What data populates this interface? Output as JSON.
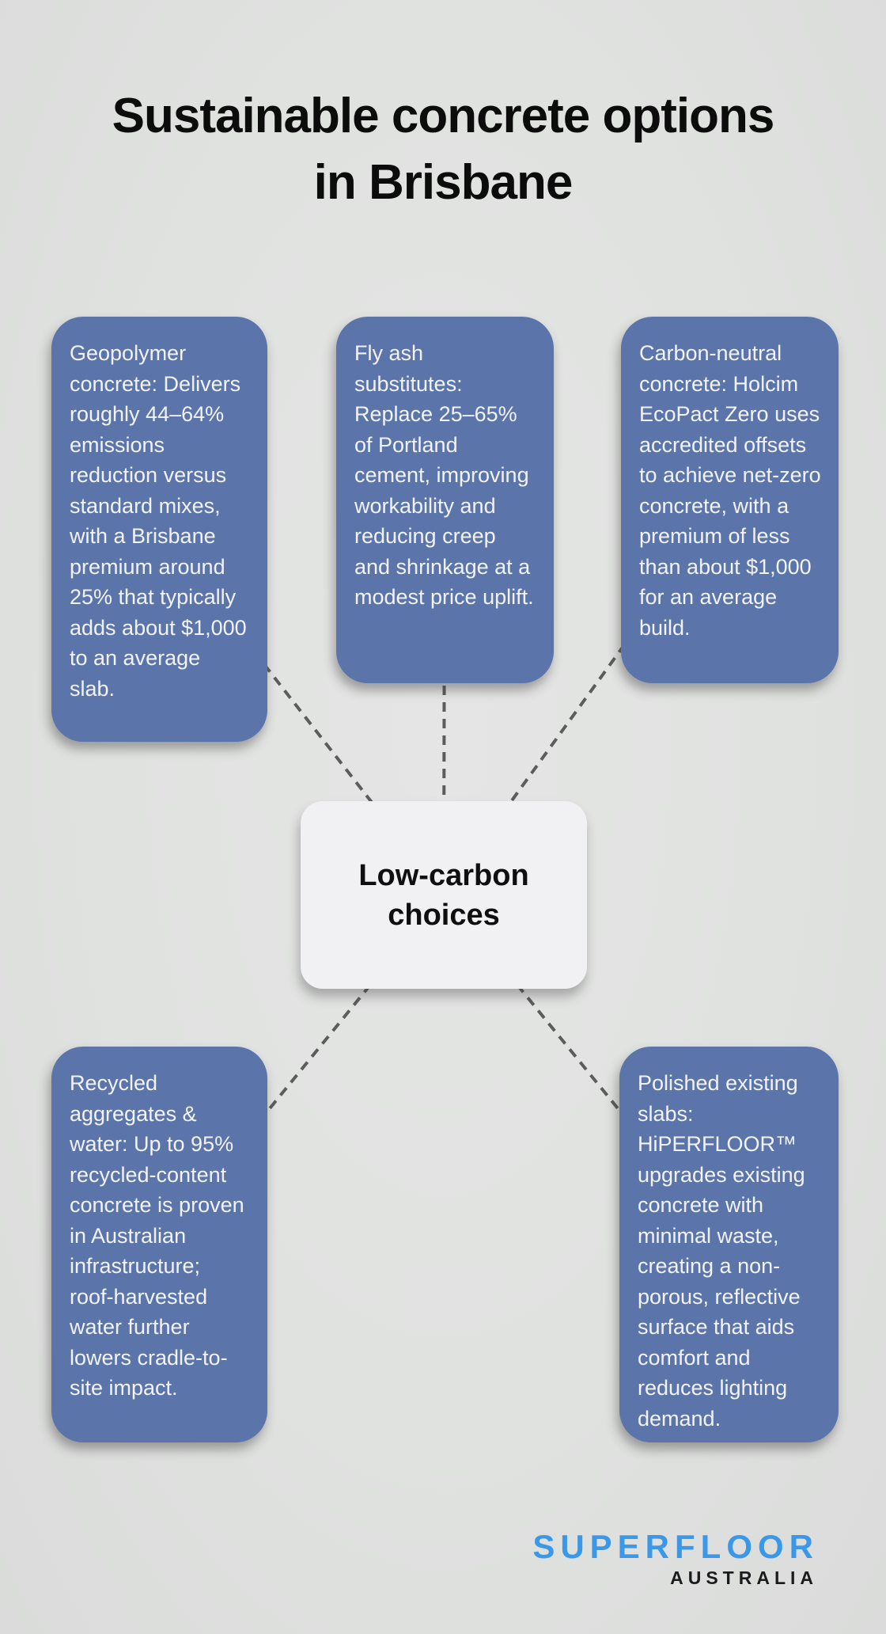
{
  "title": {
    "text": "Sustainable concrete options in Brisbane",
    "line1": "Sustainable concrete options",
    "line2": "in Brisbane"
  },
  "center": {
    "label": "Low-carbon choices"
  },
  "nodes": [
    {
      "id": "geopolymer-concrete",
      "text": "Geopolymer concrete: Delivers roughly 44–64% emissions reduction versus standard mixes, with a Brisbane premium around 25% that typically adds about $1,000 to an average slab."
    },
    {
      "id": "fly-ash-substitutes",
      "text": "Fly ash substitutes: Replace 25–65% of Portland cement, improving workability and reducing creep and shrinkage at a modest price uplift."
    },
    {
      "id": "carbon-neutral-concrete",
      "text": "Carbon-neutral concrete: Holcim EcoPact Zero uses accredited offsets to achieve net-zero concrete, with a premium of less than about $1,000 for an average build."
    },
    {
      "id": "recycled-aggregates-water",
      "text": "Recycled aggregates & water: Up to 95% recycled-content concrete is proven in Australian infrastructure; roof-harvested water further lowers cradle-to-site impact."
    },
    {
      "id": "polished-existing-slabs",
      "text": "Polished existing slabs: HiPERFLOOR™ upgrades existing concrete with minimal waste, creating a non-porous, reflective surface that aids comfort and reduces lighting demand."
    }
  ],
  "logo": {
    "primary": "SUPERFLOOR",
    "secondary": "AUSTRALIA"
  },
  "colors": {
    "background": "#e0e2e0",
    "node_fill": "#5b75aa",
    "node_text": "#f2f3f7",
    "center_fill": "#f1f1f3",
    "center_text": "#0f0f0f",
    "connector": "#5c5c5c",
    "title_text": "#0c0c0c",
    "logo_primary": "#3b98e8",
    "logo_secondary": "#1b1b1d"
  }
}
